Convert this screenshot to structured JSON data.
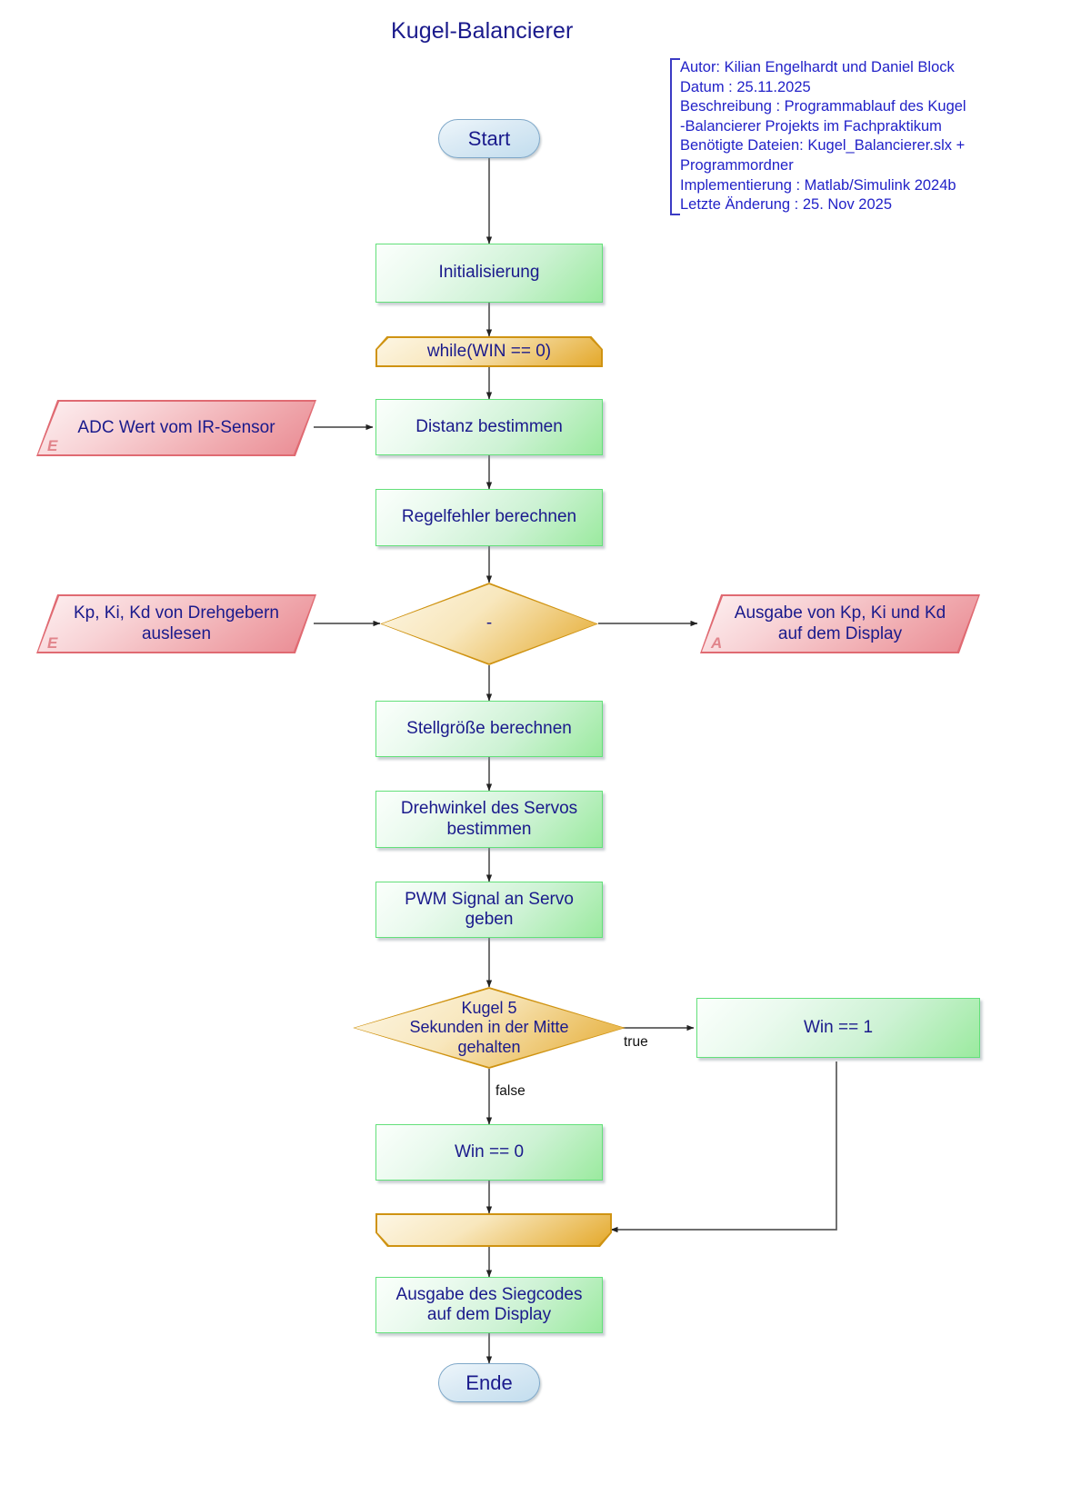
{
  "title": "Kugel-Balancierer",
  "header_note": "Autor: Kilian Engelhardt und Daniel Block\nDatum : 25.11.2025\nBeschreibung : Programmablauf des Kugel\n-Balancierer Projekts im Fachpraktikum\nBenötigte Dateien: Kugel_Balancierer.slx +\nProgrammordner\nImplementierung : Matlab/Simulink 2024b\nLetzte Änderung : 25. Nov 2025",
  "colors": {
    "text": "#1a1a8c",
    "note_text": "#2222c8",
    "process_border": "#63e07a",
    "process_fill": "#a9eeb1",
    "decision_border": "#cf9312",
    "decision_fill": "#edc060",
    "io_border": "#e06a72",
    "io_fill": "#f3b2b8",
    "terminator_border": "#7fa8c9",
    "terminator_fill": "#cfe5f2",
    "connector": "#595959"
  },
  "nodes": {
    "start": {
      "label": "Start",
      "type": "terminator"
    },
    "init": {
      "label": "Initialisierung",
      "type": "process"
    },
    "while_loop": {
      "label": "while(WIN == 0)",
      "type": "loop-start"
    },
    "adc_input": {
      "label": "ADC Wert vom IR-Sensor",
      "tag": "E",
      "type": "input"
    },
    "distanz": {
      "label": "Distanz bestimmen",
      "type": "process"
    },
    "regelfehler": {
      "label": "Regelfehler berechnen",
      "type": "process"
    },
    "pid_input": {
      "label": "Kp, Ki, Kd von Drehgebern\nauslesen",
      "tag": "E",
      "type": "input"
    },
    "pid_decision": {
      "label": "-",
      "type": "decision"
    },
    "pid_output": {
      "label": "Ausgabe von Kp, Ki und Kd\nauf dem Display",
      "tag": "A",
      "type": "output"
    },
    "stellgroesse": {
      "label": "Stellgröße berechnen",
      "type": "process"
    },
    "drehwinkel": {
      "label": "Drehwinkel des Servos\nbestimmen",
      "type": "process"
    },
    "pwm": {
      "label": "PWM Signal an Servo\ngeben",
      "type": "process"
    },
    "kugel_decision": {
      "label": "Kugel 5\nSekunden in der Mitte\ngehalten",
      "type": "decision"
    },
    "win1": {
      "label": "Win == 1",
      "type": "process"
    },
    "win0": {
      "label": "Win == 0",
      "type": "process"
    },
    "loop_end": {
      "label": "",
      "type": "loop-end"
    },
    "siegcode": {
      "label": "Ausgabe des Siegcodes\nauf dem Display",
      "type": "process"
    },
    "ende": {
      "label": "Ende",
      "type": "terminator"
    }
  },
  "edge_labels": {
    "true": "true",
    "false": "false"
  }
}
